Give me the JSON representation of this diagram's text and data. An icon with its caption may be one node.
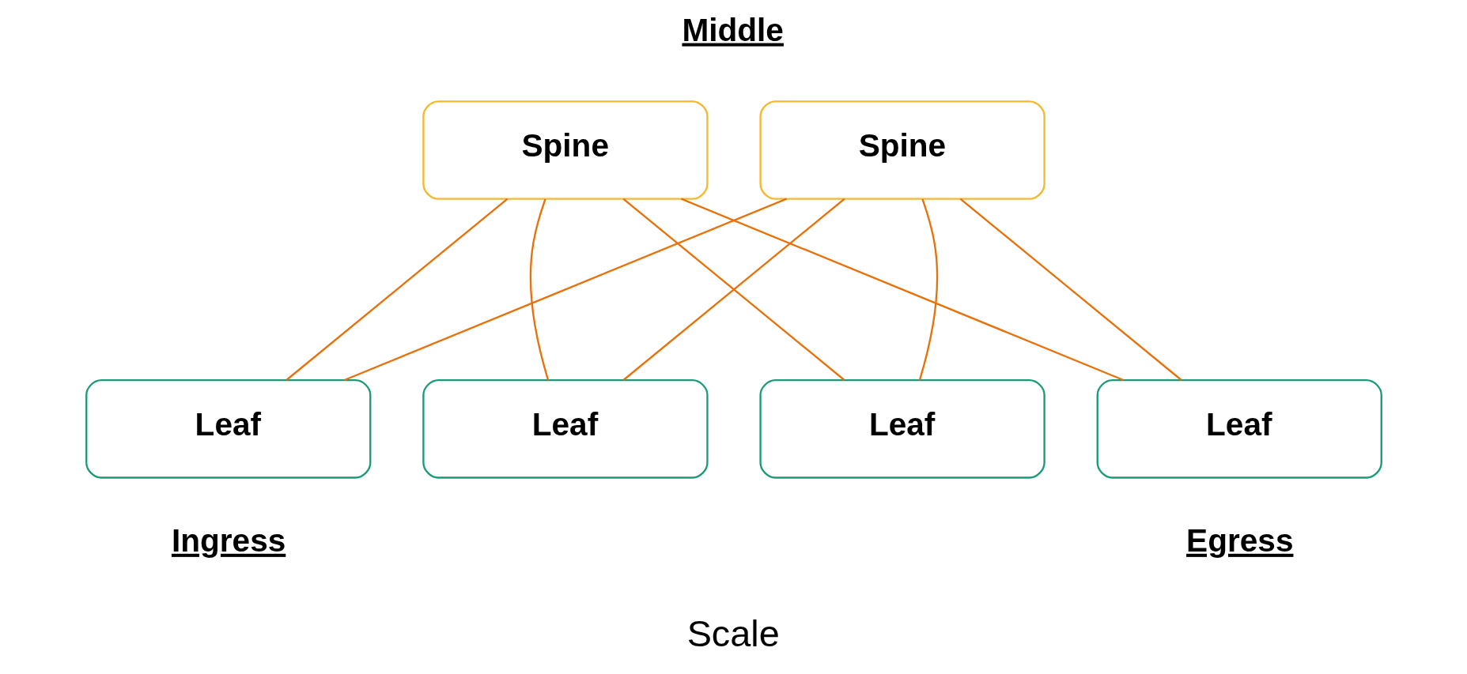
{
  "diagram": {
    "nodes": [
      {
        "text": [
          "Spine"
        ]
      },
      {
        "text": [
          "Spine"
        ]
      },
      {
        "text": [
          "Leaf"
        ],
        "beside": [
          "Ingress"
        ]
      },
      {
        "text": [
          "Leaf"
        ]
      },
      {
        "text": [
          "Leaf"
        ]
      },
      {
        "text": [
          "Leaf"
        ],
        "beside": [
          "Egress"
        ]
      }
    ],
    "edges": [
      {
        "from": 0,
        "to": 2,
        "arrow": "none"
      },
      {
        "from": 0,
        "to": 3,
        "arrow": "none"
      },
      {
        "from": 0,
        "to": 4,
        "arrow": "none"
      },
      {
        "from": 0,
        "to": 5,
        "arrow": "none"
      },
      {
        "from": 1,
        "to": 2,
        "arrow": "none"
      },
      {
        "from": 1,
        "to": 3,
        "arrow": "none"
      },
      {
        "from": 1,
        "to": 4,
        "arrow": "none"
      },
      {
        "from": 1,
        "to": 5,
        "arrow": "none"
      }
    ],
    "labels": [
      "Middle",
      "Scale"
    ]
  }
}
